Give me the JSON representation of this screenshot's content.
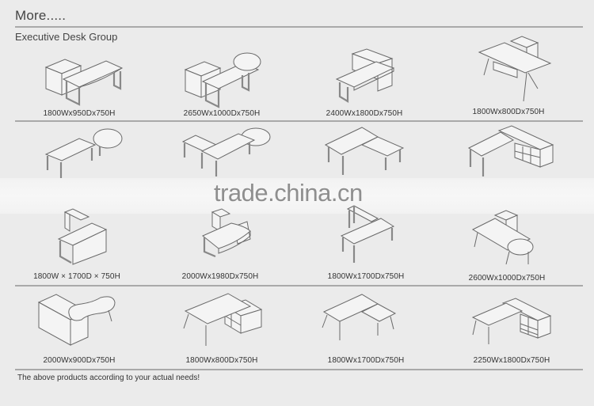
{
  "header": {
    "title": "More.....",
    "section": "Executive Desk Group"
  },
  "products": [
    {
      "label": "1800Wx950Dx750H",
      "icon": "executive-desk-icon"
    },
    {
      "label": "2650Wx1000Dx750H",
      "icon": "executive-desk-round-meeting-icon"
    },
    {
      "label": "2400Wx1800Dx750H",
      "icon": "l-shape-executive-desk-icon"
    },
    {
      "label": "1800Wx800Dx750H",
      "icon": "desk-with-pedestal-icon"
    },
    {
      "label": "",
      "icon": "desk-round-extension-icon"
    },
    {
      "label": "",
      "icon": "double-desk-round-extension-icon"
    },
    {
      "label": "",
      "icon": "l-shape-desk-icon"
    },
    {
      "label": "",
      "icon": "desk-with-side-cabinet-icon"
    },
    {
      "label": "1800W × 1700D × 750H",
      "icon": "l-shape-executive-desk-icon"
    },
    {
      "label": "2000Wx1980Dx750H",
      "icon": "curved-executive-desk-icon"
    },
    {
      "label": "1800Wx1700Dx750H",
      "icon": "l-shape-desk-icon"
    },
    {
      "label": "2600Wx1000Dx750H",
      "icon": "desk-round-extension-pedestal-icon"
    },
    {
      "label": "2000Wx900Dx750H",
      "icon": "kidney-desk-icon"
    },
    {
      "label": "1800Wx800Dx750H",
      "icon": "desk-with-side-cabinet-icon"
    },
    {
      "label": "1800Wx1700Dx750H",
      "icon": "l-shape-desk-icon"
    },
    {
      "label": "2250Wx1800Dx750H",
      "icon": "desk-with-side-cabinet-icon"
    }
  ],
  "watermark": "trade.china.cn",
  "footer": "The above products according to your actual needs!"
}
